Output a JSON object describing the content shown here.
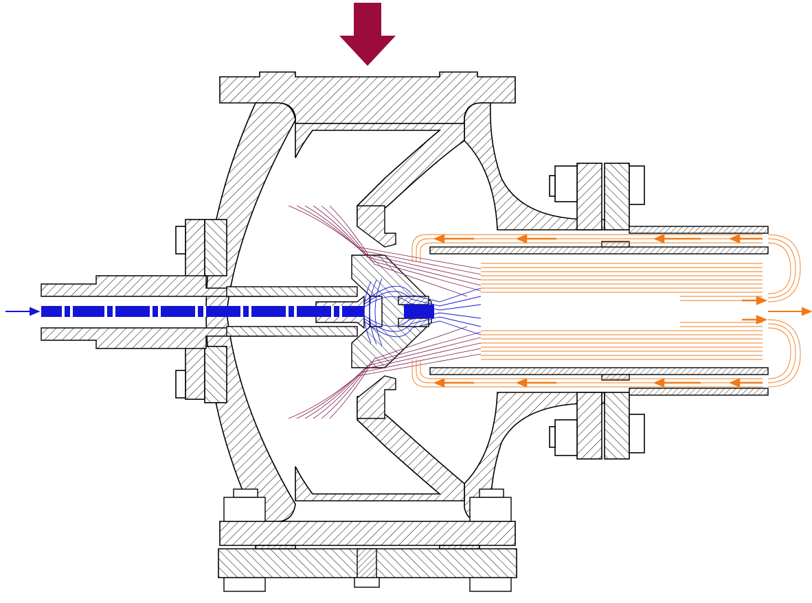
{
  "diagram": {
    "colors": {
      "background": "#ffffff",
      "outline": "#000000",
      "hatch": "#000000",
      "body_fill": "#ffffff",
      "input_arrow": "#9b0b3b",
      "inner_flow": "#1414d6",
      "spray": "#7d1a4a",
      "outer_flow": "#f07a1a"
    },
    "elements": {
      "input_arrow": "main-inlet-arrow",
      "left_flow_arrow": "injector-inlet-arrow",
      "right_flow_arrow": "outlet-arrow"
    }
  }
}
